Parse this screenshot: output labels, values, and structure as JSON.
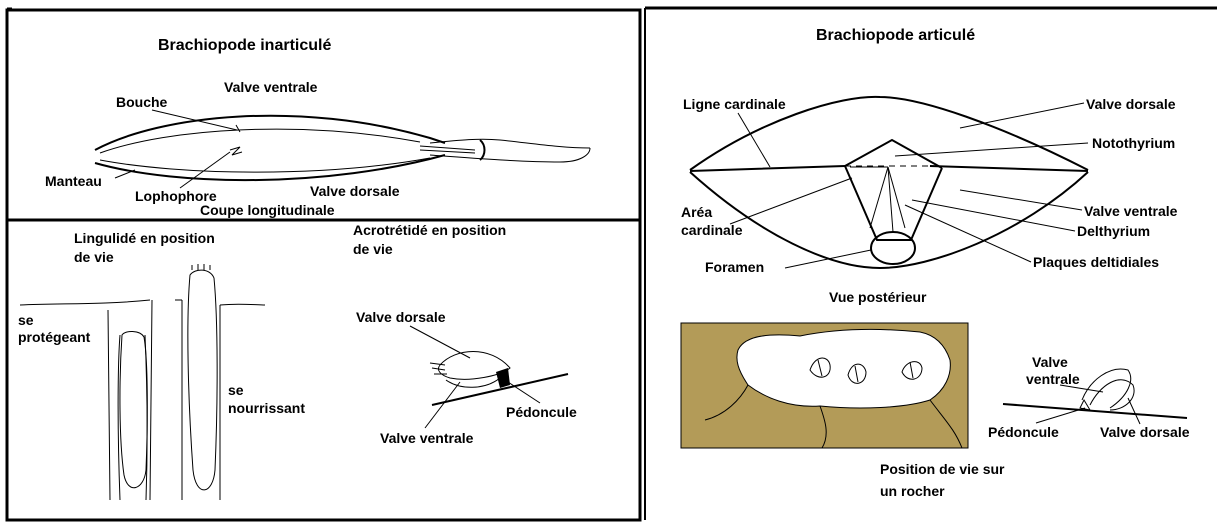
{
  "panels": {
    "inarticule": {
      "title": "Brachiopode inarticulé",
      "labels": {
        "valve_ventrale": "Valve ventrale",
        "bouche": "Bouche",
        "manteau": "Manteau",
        "lophophore": "Lophophore",
        "valve_dorsale": "Valve dorsale",
        "coupe": "Coupe longitudinale"
      }
    },
    "vie": {
      "lingulide_1": "Lingulidé en position",
      "lingulide_2": "de vie",
      "se_1": "se",
      "protegeant": "protégeant",
      "se_2": "se",
      "nourrissant": "nourrissant",
      "acrotretide_1": "Acrotrétidé en position",
      "acrotretide_2": "de vie",
      "valve_dorsale": "Valve dorsale",
      "pedoncule": "Pédoncule",
      "valve_ventrale": "Valve ventrale"
    },
    "articule": {
      "title": "Brachiopode articulé",
      "labels": {
        "ligne_cardinale": "Ligne cardinale",
        "valve_dorsale": "Valve dorsale",
        "notothyrium": "Notothyrium",
        "area_1": "Aréa",
        "area_2": "cardinale",
        "valve_ventrale": "Valve ventrale",
        "delthyrium": "Delthyrium",
        "foramen": "Foramen",
        "plaques": "Plaques deltidiales",
        "vue": "Vue postérieur"
      }
    },
    "rocher": {
      "valve_ventrale_1": "Valve",
      "valve_ventrale_2": "ventrale",
      "pedoncule": "Pédoncule",
      "valve_dorsale": "Valve dorsale",
      "position_1": "Position de vie sur",
      "position_2": "un rocher"
    }
  },
  "colors": {
    "rock": "#b39b58",
    "line": "#000000"
  }
}
